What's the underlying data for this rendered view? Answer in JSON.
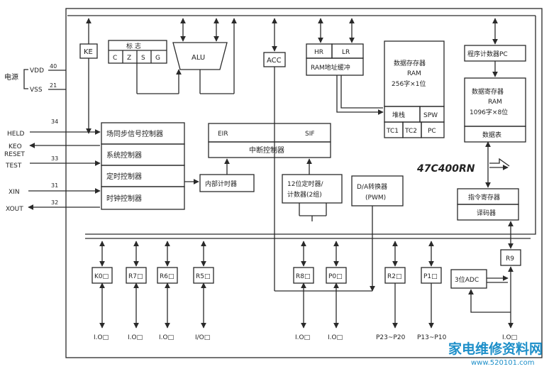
{
  "chip_name": "47C400RN",
  "blocks": {
    "ke": "KE",
    "flags_title": "标 志",
    "flags": [
      "C",
      "Z",
      "S",
      "G"
    ],
    "alu": "ALU",
    "acc": "ACC",
    "hr": "HR",
    "lr": "LR",
    "ram_addr_buffer": "RAM地址缓冲",
    "data_ram": [
      "数据存存器",
      "RAM",
      "256字×1位"
    ],
    "stack": "堆栈",
    "spw": "SPW",
    "tc1": "TC1",
    "tc2": "TC2",
    "pc_small": "PC",
    "program_counter": "程序计数器PC",
    "rom": [
      "数据寄存器",
      "RAM",
      "1096字×8位"
    ],
    "data_table": "数据表",
    "instr_reg": "指令寄存器",
    "decoder": "译码器",
    "sync_ctrl": "场同步信号控制器",
    "sys_ctrl": "系统控制器",
    "timing_ctrl": "定时控制器",
    "clock_ctrl": "时钟控制器",
    "eir": "EIR",
    "sif": "SIF",
    "int_ctrl": "中断控制器",
    "internal_timer": "内部计时器",
    "timer12": [
      "12位定时器/",
      "计数器(2组)"
    ],
    "dac": [
      "D/A转换器",
      "(PWM)"
    ],
    "r8": "R8□",
    "p0": "P0□",
    "r2": "R2□",
    "p1": "P1□",
    "k0": "K0□",
    "r7": "R7□",
    "r6": "R6□",
    "r5": "R5□",
    "r9": "R9",
    "adc": "3位ADC"
  },
  "pins": {
    "power_label": "电源",
    "vdd": "VDD",
    "vdd_num": "40",
    "vss": "VSS",
    "vss_num": "21",
    "hold": "HELD",
    "hold_num": "34",
    "keo": "KEO",
    "reset": "RESET",
    "test": "TEST",
    "reset_num": "33",
    "xin": "XIN",
    "xin_num": "31",
    "xout": "XOUT",
    "xout_num": "32"
  },
  "io_labels": {
    "k0_io": "I.O□",
    "r7_io": "I.O□",
    "r6_io": "I.O□",
    "r5_io": "I/O□",
    "r8_io": "I.O□",
    "p0_io": "I.O□",
    "r2_io": "P23~P20",
    "p1_io": "P13~P10",
    "r9_io": "I.O□"
  },
  "watermark": {
    "text": "家电维修资料网",
    "url": "www.520101.com"
  }
}
